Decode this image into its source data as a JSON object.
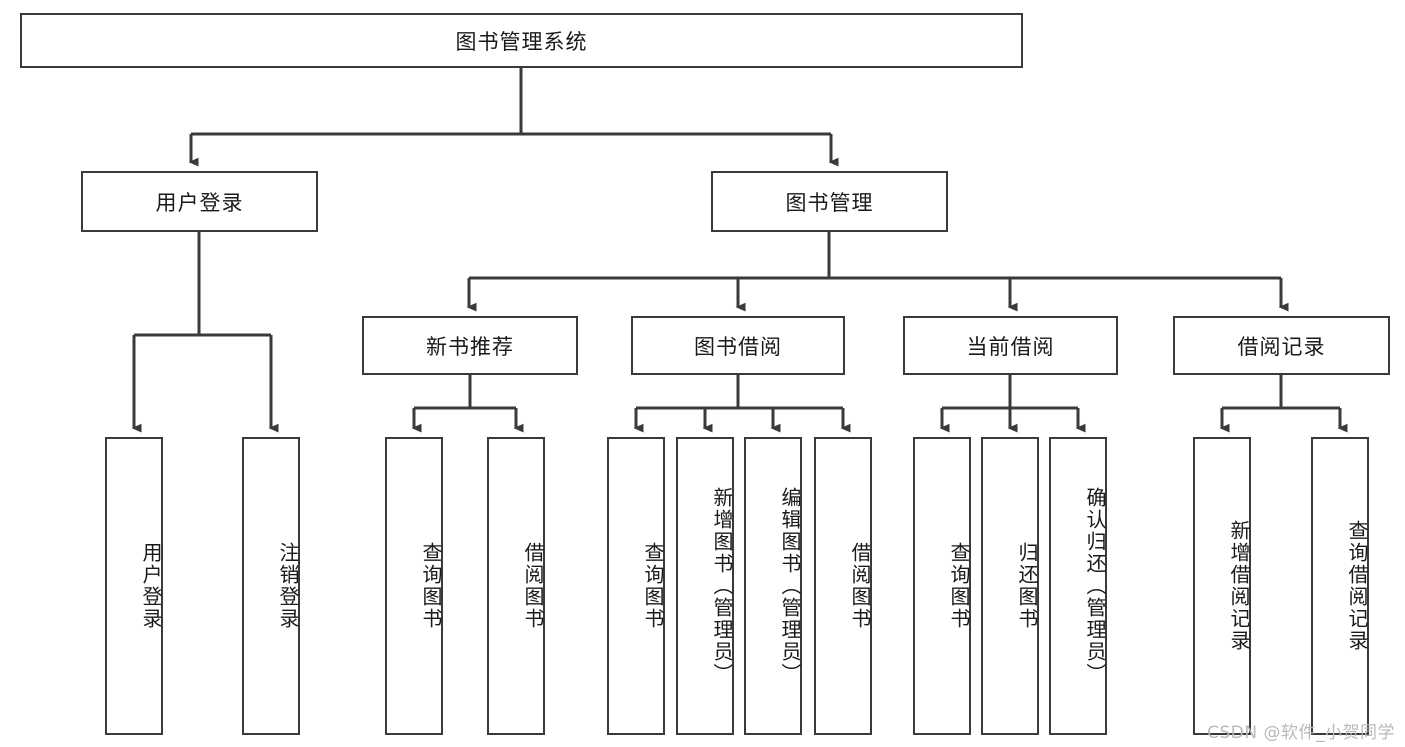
{
  "diagram": {
    "title": "图书管理系统",
    "type": "hierarchy-tree",
    "watermark": "CSDN @软件_小贺同学",
    "colors": {
      "box_border": "#3a3a3a",
      "box_fill": "#ffffff",
      "connector": "#3a3a3a",
      "text": "#1a1a1a",
      "watermark": "#b9b9b9",
      "background": "#ffffff"
    },
    "nodes": {
      "root": {
        "label": "图书管理系统"
      },
      "level2": [
        {
          "label": "用户登录"
        },
        {
          "label": "图书管理"
        }
      ],
      "level3": [
        {
          "label": "新书推荐"
        },
        {
          "label": "图书借阅"
        },
        {
          "label": "当前借阅"
        },
        {
          "label": "借阅记录"
        }
      ],
      "leaves": {
        "user_login": [
          {
            "label": "用户登录"
          },
          {
            "label": "注销登录"
          }
        ],
        "new_book": [
          {
            "label": "查询图书"
          },
          {
            "label": "借阅图书"
          }
        ],
        "borrow_book": [
          {
            "label": "查询图书"
          },
          {
            "label": "新增图书（管理员）"
          },
          {
            "label": "编辑图书（管理员）"
          },
          {
            "label": "借阅图书"
          }
        ],
        "current_borrow": [
          {
            "label": "查询图书"
          },
          {
            "label": "归还图书"
          },
          {
            "label": "确认归还（管理员）"
          }
        ],
        "borrow_record": [
          {
            "label": "新增借阅记录"
          },
          {
            "label": "查询借阅记录"
          }
        ]
      }
    }
  }
}
